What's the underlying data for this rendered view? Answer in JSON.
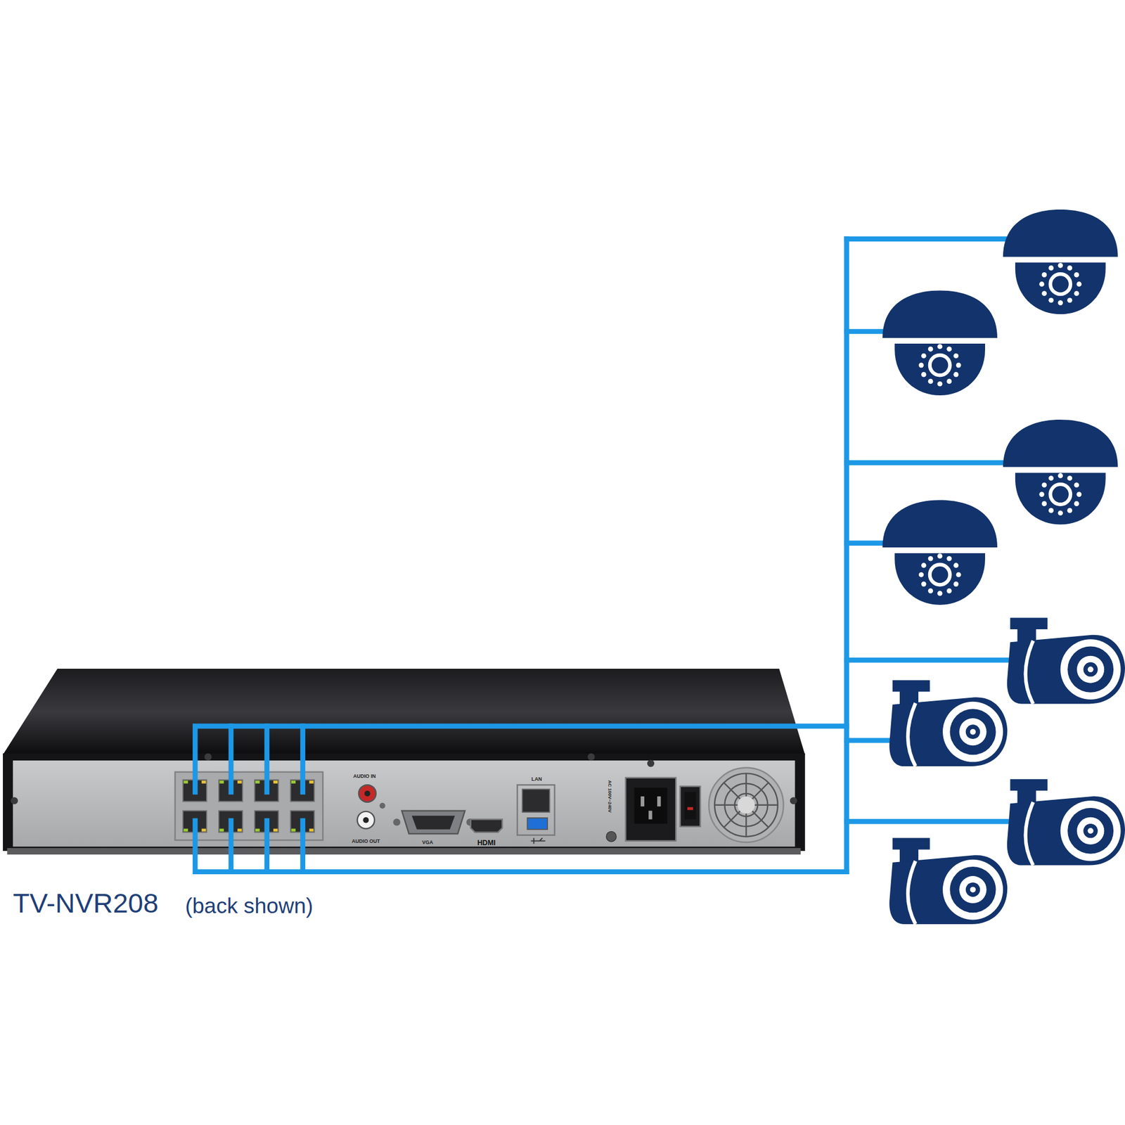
{
  "diagram": {
    "caption": "TV-NVR208",
    "labels": [
      "(back shown)",
      "AUDIO IN",
      "AUDIO OUT",
      "VGA",
      "HDMI",
      "LAN",
      "AC 100V~240V"
    ]
  }
}
